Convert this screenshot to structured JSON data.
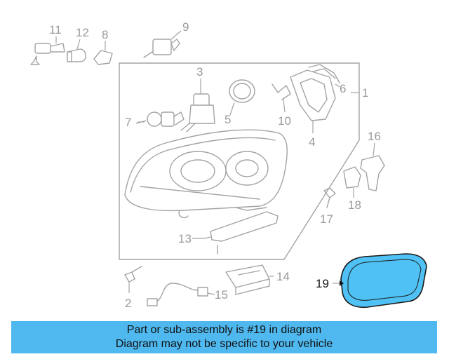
{
  "callouts": {
    "c1": "1",
    "c2": "2",
    "c3": "3",
    "c4": "4",
    "c5": "5",
    "c6": "6",
    "c7": "7",
    "c8": "8",
    "c9": "9",
    "c10": "10",
    "c11": "11",
    "c12": "12",
    "c13": "13",
    "c14": "14",
    "c15": "15",
    "c16": "16",
    "c17": "17",
    "c18": "18",
    "c19": "19"
  },
  "highlight": {
    "part": "19",
    "color": "#4fc1f4",
    "outline": "#1a1a1a"
  },
  "caption": {
    "line1": "Part or sub-assembly is #19 in diagram",
    "line2": "Diagram may not be specific to your vehicle",
    "background": "#4fb8ee"
  }
}
